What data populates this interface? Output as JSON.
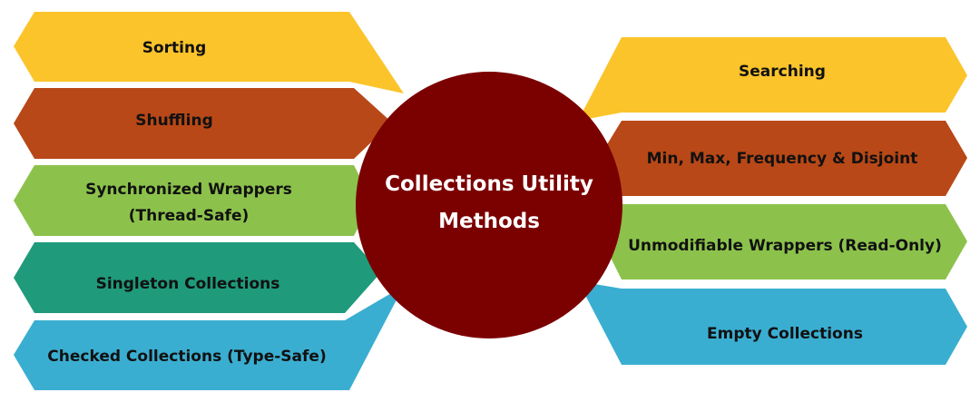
{
  "center": {
    "line1": "Collections Utility",
    "line2": "Methods",
    "color": "#7B0000"
  },
  "left": [
    {
      "line1": "Sorting",
      "line2": "",
      "color": "#FCC42B"
    },
    {
      "line1": "Shuffling",
      "line2": "",
      "color": "#B84817"
    },
    {
      "line1": "Synchronized Wrappers",
      "line2": "(Thread-Safe)",
      "color": "#8CC24B"
    },
    {
      "line1": "Singleton Collections",
      "line2": "",
      "color": "#1F9A7A"
    },
    {
      "line1": "Checked Collections (Type-Safe)",
      "line2": "",
      "color": "#3AAED1"
    }
  ],
  "right": [
    {
      "line1": "Searching",
      "line2": "",
      "color": "#FCC42B"
    },
    {
      "line1": "Min, Max, Frequency & Disjoint",
      "line2": "",
      "color": "#B84817"
    },
    {
      "line1": "Unmodifiable Wrappers (Read-Only)",
      "line2": "",
      "color": "#8CC24B"
    },
    {
      "line1": "Empty Collections",
      "line2": "",
      "color": "#3AAED1"
    }
  ]
}
